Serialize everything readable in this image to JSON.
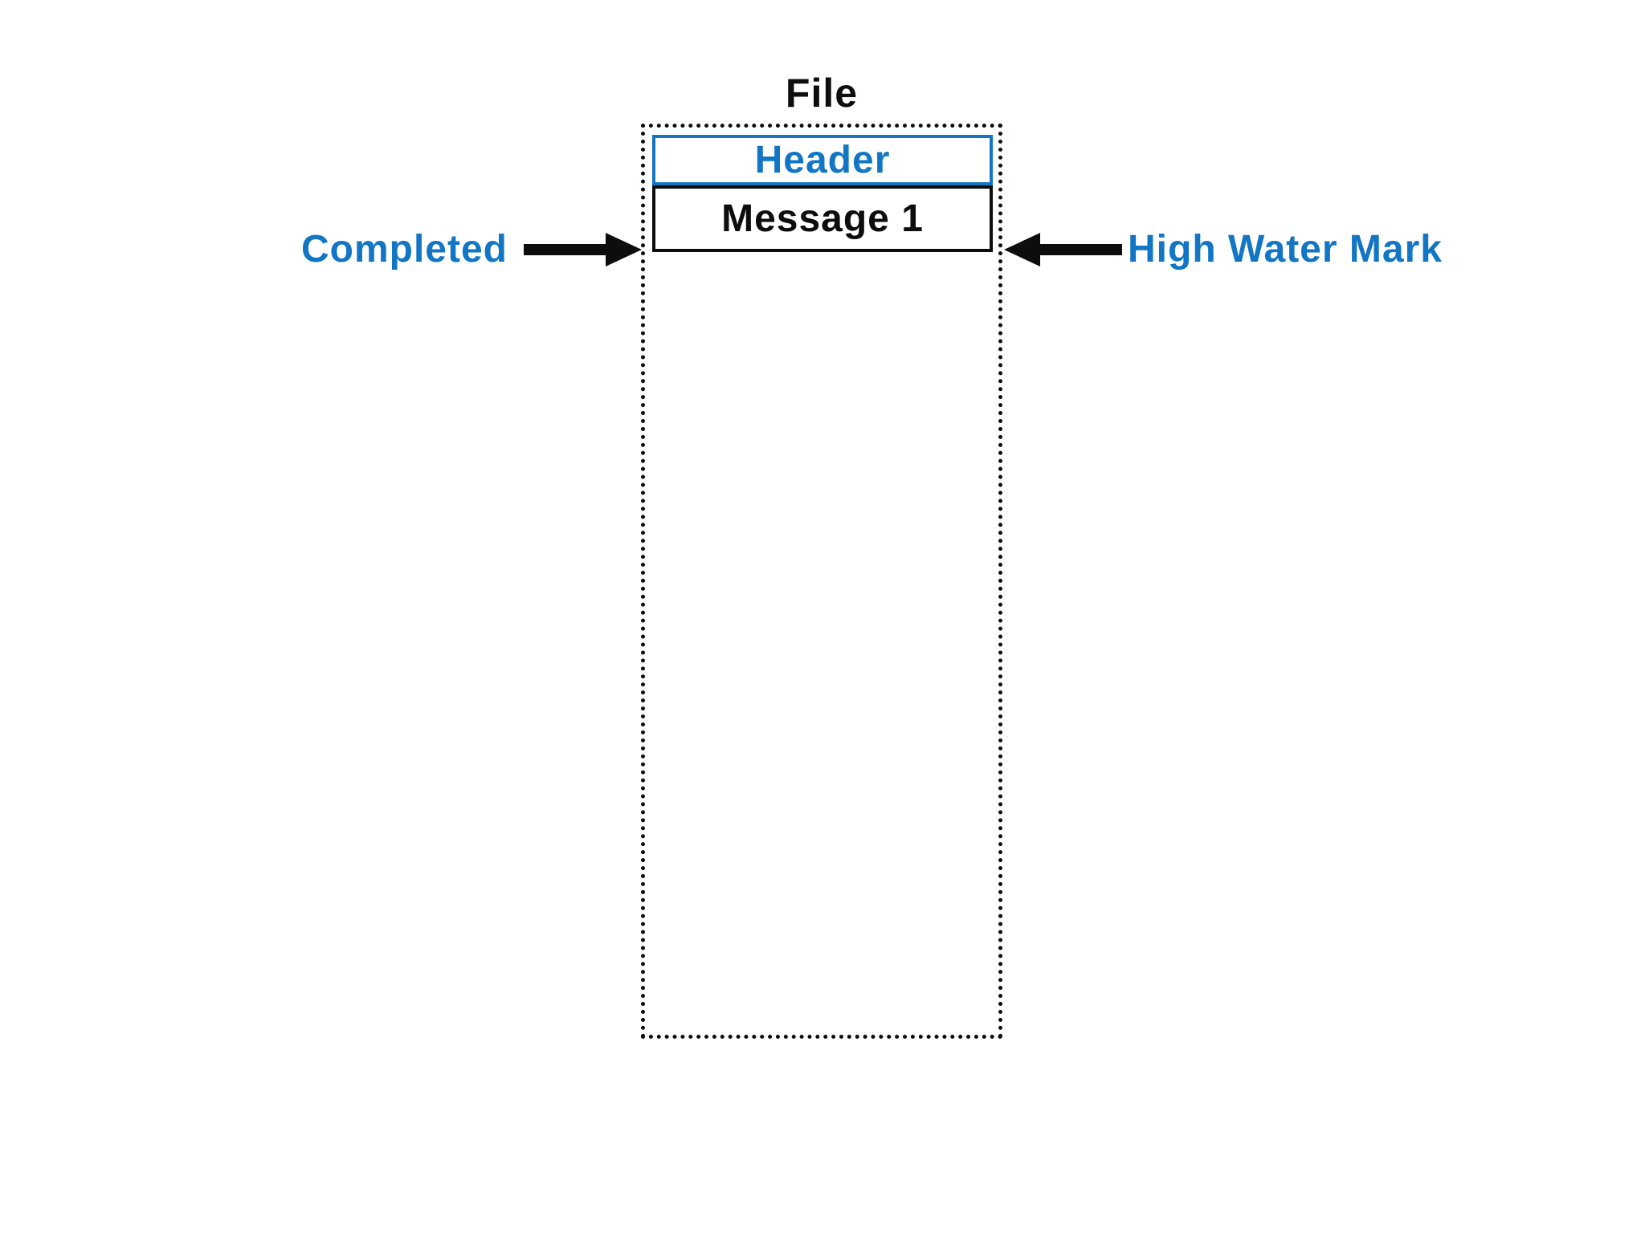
{
  "diagram": {
    "title": "File",
    "file": {
      "segments": [
        {
          "id": "header",
          "label": "Header"
        },
        {
          "id": "message-1",
          "label": "Message 1"
        }
      ]
    },
    "annotations": {
      "completed": {
        "label": "Completed",
        "side": "left",
        "arrow_direction": "right"
      },
      "high_water_mark": {
        "label": "High Water Mark",
        "side": "right",
        "arrow_direction": "left"
      }
    },
    "colors": {
      "accent-blue": "#1276c4",
      "ink": "#0d0d0d",
      "background": "#ffffff"
    }
  }
}
